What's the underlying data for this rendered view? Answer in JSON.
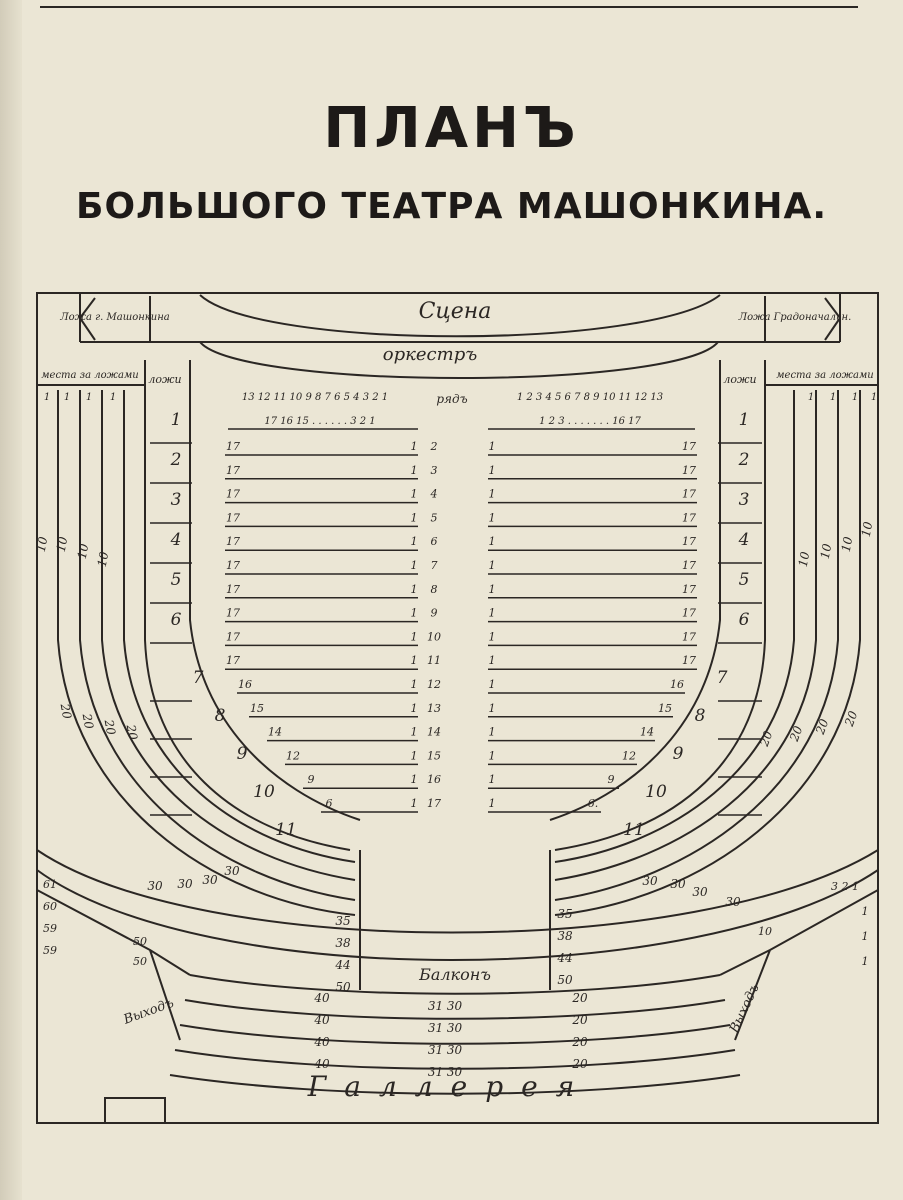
{
  "title": "ПЛАНЪ",
  "subtitle": "БОЛЬШОГО ТЕАТРА МАШОНКИНА.",
  "labels": {
    "stage": "Сцена",
    "orchestra": "оркестръ",
    "box_left": "Ложа г. Машонкина",
    "box_right": "Ложа Градоначальн.",
    "seats_behind_boxes_left": "места за ложами",
    "seats_behind_boxes_right": "места за ложами",
    "boxes_left": "ложи",
    "boxes_right": "ложи",
    "row": "рядъ",
    "balcony": "Балконъ",
    "exit_left": "Выходъ",
    "exit_right": "Выходъ",
    "gallery": "Галлерея"
  },
  "header_left": "13 12 11 10 9 8 7 6 5 4 3 2 1",
  "header_right": "1 2 3 4 5 6 7 8 9 10 11 12 13",
  "row1_left": "17 16 15 . . . . . . 3 2 1",
  "row1_right": "1 2 3 . . . . . . . 16 17",
  "parterre_rows": [
    {
      "row": "2",
      "left": "17",
      "right": "17"
    },
    {
      "row": "3",
      "left": "17",
      "right": "17"
    },
    {
      "row": "4",
      "left": "17",
      "right": "17"
    },
    {
      "row": "5",
      "left": "17",
      "right": "17"
    },
    {
      "row": "6",
      "left": "17",
      "right": "17"
    },
    {
      "row": "7",
      "left": "17",
      "right": "17"
    },
    {
      "row": "8",
      "left": "17",
      "right": "17"
    },
    {
      "row": "9",
      "left": "17",
      "right": "17"
    },
    {
      "row": "10",
      "left": "17",
      "right": "17"
    },
    {
      "row": "11",
      "left": "17",
      "right": "17"
    },
    {
      "row": "12",
      "left": "16",
      "right": "16"
    },
    {
      "row": "13",
      "left": "15",
      "right": "15"
    },
    {
      "row": "14",
      "left": "14",
      "right": "14"
    },
    {
      "row": "15",
      "left": "12",
      "right": "12"
    },
    {
      "row": "16",
      "left": "9",
      "right": "9"
    },
    {
      "row": "17",
      "left": "6",
      "right": "6."
    }
  ],
  "boxes": [
    "1",
    "2",
    "3",
    "4",
    "5",
    "6",
    "7",
    "8",
    "9",
    "10",
    "11"
  ],
  "ring_start": "1",
  "ring_mid": "10",
  "ring_end": "20",
  "ring_balcony": "30",
  "balcony_side_numbers": [
    "35",
    "38",
    "44",
    "50"
  ],
  "balcony_center_rows": [
    {
      "left": "40",
      "center": "31 30",
      "right": "20"
    },
    {
      "left": "40",
      "center": "31 30",
      "right": "20"
    },
    {
      "left": "40",
      "center": "31 30",
      "right": "20"
    },
    {
      "left": "40",
      "center": "31 30",
      "right": "20"
    }
  ],
  "gallery_left_numbers": [
    "61",
    "60",
    "59",
    "59"
  ],
  "gallery_left_inner": [
    "50",
    "50"
  ],
  "gallery_right_numbers": [
    "3 2 1",
    "1",
    "1",
    "1"
  ],
  "gallery_right_inner": "10"
}
